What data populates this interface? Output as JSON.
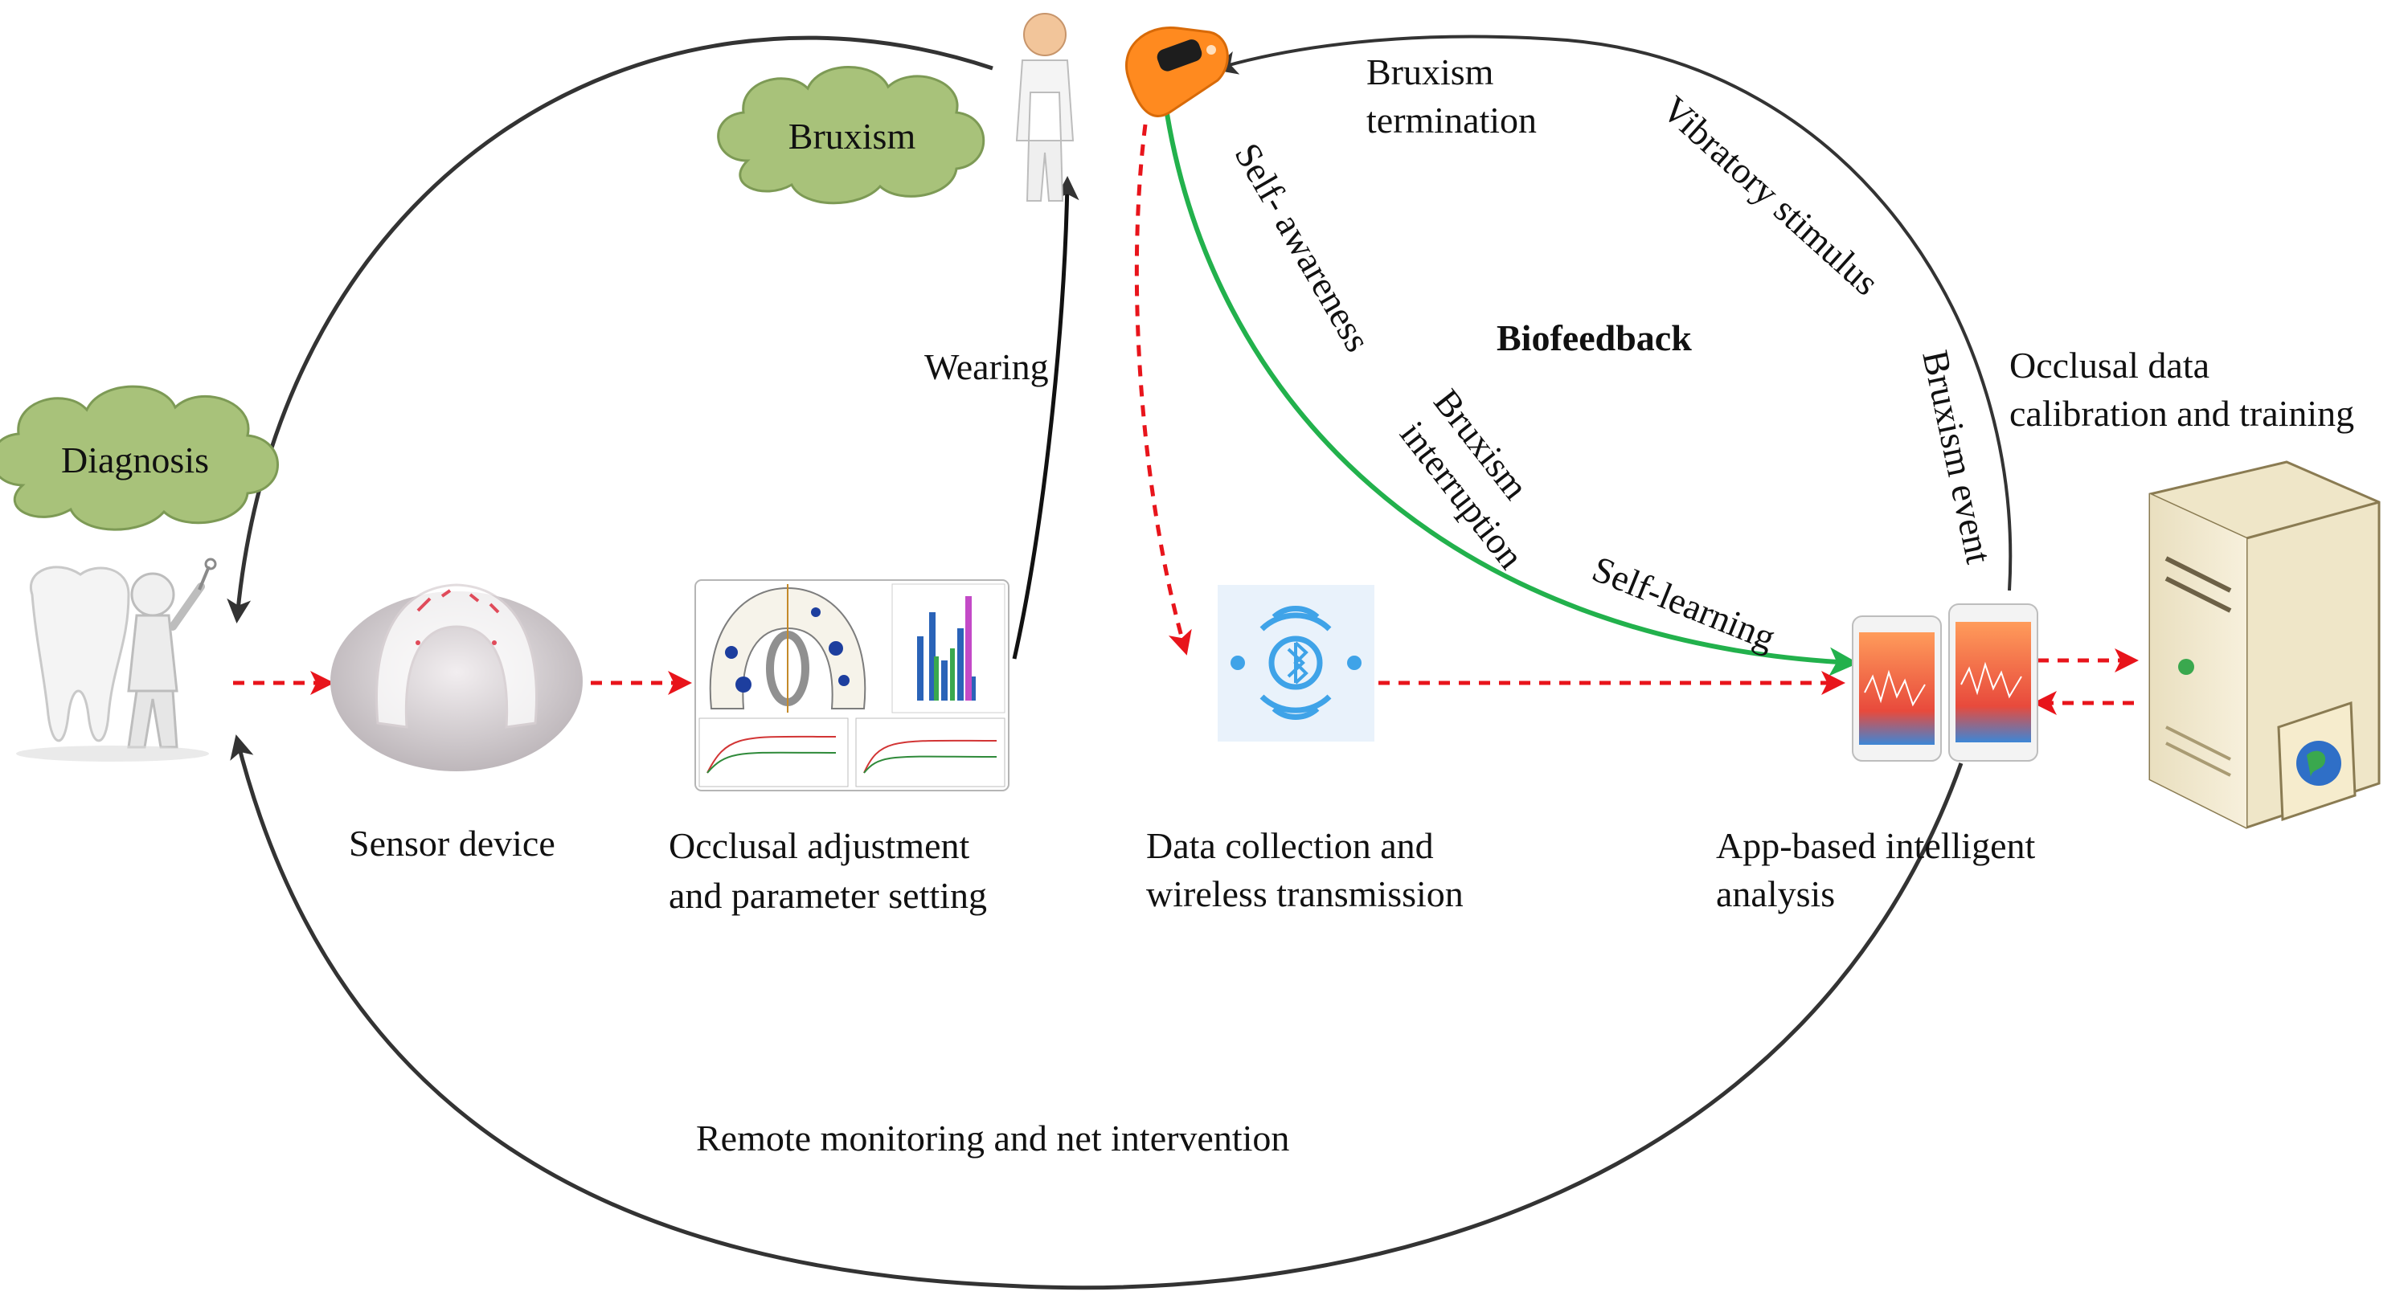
{
  "colors": {
    "background": "#ffffff",
    "arc": "#333333",
    "dashed_arrow": "#e8141b",
    "biofeedback_arrow": "#22b14c",
    "cloud_fill": "#a8c27a",
    "cloud_stroke": "#7d9a55",
    "band_orange": "#ff8a1f",
    "bluetooth_blue": "#3fa3e8"
  },
  "clouds": {
    "bruxism": "Bruxism",
    "diagnosis": "Diagnosis"
  },
  "labels": {
    "wearing": "Wearing",
    "bruxism_termination_1": "Bruxism",
    "bruxism_termination_2": "termination",
    "vibratory_stimulus": "Vibratory stimulus",
    "self_awareness": "Self- awareness",
    "biofeedback": "Biofeedback",
    "bruxism_interruption_1": "Bruxism",
    "bruxism_interruption_2": "interruption",
    "self_learning": "Self-learning",
    "bruxism_event": "Bruxism event",
    "occlusal_calibration_1": "Occlusal data",
    "occlusal_calibration_2": "calibration and training",
    "sensor_device": "Sensor device",
    "occlusal_adjustment_1": "Occlusal adjustment",
    "occlusal_adjustment_2": "and parameter setting",
    "data_collection_1": "Data collection and",
    "data_collection_2": "wireless transmission",
    "app_analysis_1": "App-based  intelligent",
    "app_analysis_2": "analysis",
    "remote_monitoring": "Remote monitoring and net intervention"
  },
  "icons": {
    "dentist": "dentist-with-tooth-icon",
    "person": "standing-person-icon",
    "band": "wristband-icon",
    "splint": "occlusal-splint-icon",
    "software": "analysis-software-icon",
    "bluetooth": "bluetooth-icon",
    "phone": "smartphone-app-icon",
    "server": "server-computer-icon"
  }
}
